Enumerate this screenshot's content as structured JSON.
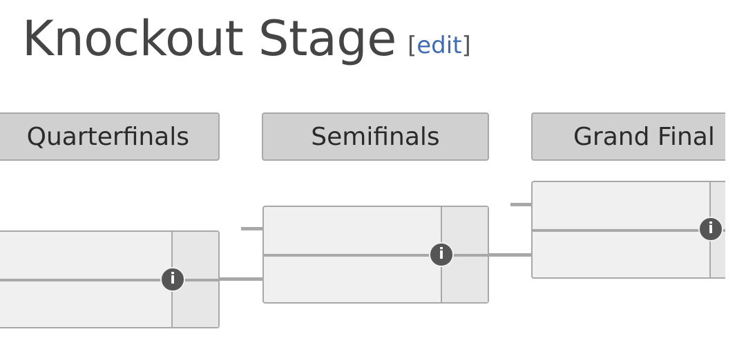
{
  "section": {
    "title": "Knockout Stage",
    "edit_open_bracket": "[",
    "edit_label": "edit",
    "edit_close_bracket": "]"
  },
  "bracket": {
    "rounds": [
      {
        "label": "Quarterfinals"
      },
      {
        "label": "Semifinals"
      },
      {
        "label": "Grand Final"
      }
    ],
    "info_icon_glyph": "i",
    "colors": {
      "header_bg": "#d0d0d0",
      "match_bg": "#f0f0f0",
      "score_bg": "#e7e7e7",
      "line": "#a8a8a8",
      "info_icon": "#555555",
      "edit_link": "#3f6bb0"
    }
  }
}
